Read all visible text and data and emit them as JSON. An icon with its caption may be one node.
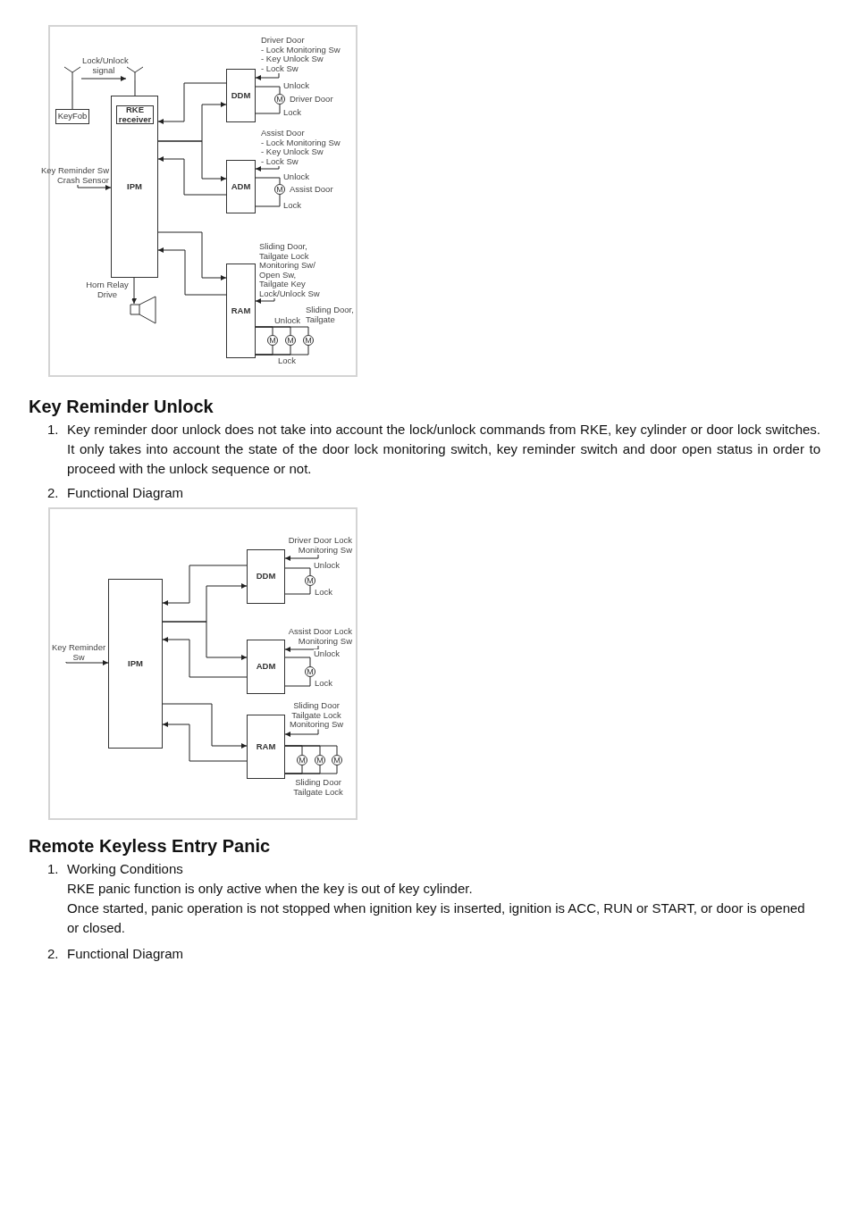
{
  "diagram": {
    "nodes": [
      {
        "text": [],
        "shape": "antenna"
      },
      {
        "text": [],
        "shape": "antenna"
      },
      {
        "text": [
          "KeyFob"
        ]
      },
      {
        "text": [
          "IPM"
        ]
      },
      {
        "text": [
          "RKE receiver"
        ],
        "in": 3
      },
      {
        "text": [
          "Driver Door",
          "- Lock Monitoring Sw",
          "- Key Unlock Sw",
          "- Lock Sw"
        ]
      },
      {
        "text": [
          "DDM"
        ]
      },
      {
        "text": [
          "M"
        ],
        "beside": [
          "Driver Door"
        ]
      },
      {
        "text": [
          "Assist Door",
          "- Lock Monitoring Sw",
          "- Key Unlock Sw",
          "- Lock Sw"
        ]
      },
      {
        "text": [
          "ADM"
        ]
      },
      {
        "text": [
          "M"
        ],
        "beside": [
          "Assist Door"
        ]
      },
      {
        "text": [
          "Key Reminder Sw Crash Sensor"
        ]
      },
      {
        "text": [
          "Sliding Door, Tailgate Lock Monitoring Sw/ Open Sw, Tailgate Key Lock/Unlock Sw"
        ]
      },
      {
        "text": [
          "RAM"
        ]
      },
      {
        "text": [
          "M"
        ]
      },
      {
        "text": [
          "M"
        ]
      },
      {
        "text": [
          "M"
        ]
      },
      {
        "text": [],
        "shape": "horn"
      },
      {
        "text": [
          "Driver Door Lock Monitoring Sw"
        ]
      },
      {
        "text": [
          "DDM"
        ]
      },
      {
        "text": [
          "M"
        ]
      },
      {
        "text": [
          "IPM"
        ]
      },
      {
        "text": [
          "Key Reminder Sw"
        ]
      },
      {
        "text": [
          "Assist Door Lock Monitoring Sw"
        ]
      },
      {
        "text": [
          "ADM"
        ]
      },
      {
        "text": [
          "M"
        ]
      },
      {
        "text": [
          "Sliding Door Tailgate Lock Monitoring Sw"
        ]
      },
      {
        "text": [
          "RAM"
        ]
      },
      {
        "text": [
          "M"
        ]
      },
      {
        "text": [
          "M"
        ]
      },
      {
        "text": [
          "M"
        ]
      }
    ],
    "edges": [
      {
        "from": 0,
        "to": 1,
        "arrow": "to",
        "label": "Lock/Unlock signal"
      },
      {
        "from": 2,
        "to": 0,
        "arrow": "none"
      },
      {
        "from": 4,
        "to": 1,
        "arrow": "none"
      },
      {
        "from": 5,
        "to": 6,
        "arrow": "to"
      },
      {
        "from": 6,
        "to": 3,
        "arrow": "to"
      },
      {
        "from": 3,
        "to": 6,
        "arrow": "to"
      },
      {
        "from": 3,
        "to": 9,
        "arrow": "to"
      },
      {
        "from": 6,
        "to": 7,
        "arrow": "none",
        "label": "Unlock"
      },
      {
        "from": 6,
        "to": 7,
        "arrow": "none",
        "label": "Lock"
      },
      {
        "from": 8,
        "to": 9,
        "arrow": "to"
      },
      {
        "from": 9,
        "to": 3,
        "arrow": "to"
      },
      {
        "from": 9,
        "to": 10,
        "arrow": "none",
        "label": "Unlock"
      },
      {
        "from": 9,
        "to": 10,
        "arrow": "none",
        "label": "Lock"
      },
      {
        "from": 11,
        "to": 3,
        "arrow": "to"
      },
      {
        "from": 3,
        "to": 13,
        "arrow": "to"
      },
      {
        "from": 13,
        "to": 3,
        "arrow": "to"
      },
      {
        "from": 12,
        "to": 13,
        "arrow": "to"
      },
      {
        "from": 13,
        "to": 14,
        "arrow": "none",
        "label": "Unlock"
      },
      {
        "from": 13,
        "to": 15,
        "arrow": "none"
      },
      {
        "from": 13,
        "to": 16,
        "arrow": "none"
      },
      {
        "from": 13,
        "to": 14,
        "arrow": "none",
        "label": "Lock"
      },
      {
        "from": 13,
        "to": 15,
        "arrow": "none"
      },
      {
        "from": 13,
        "to": 16,
        "arrow": "none"
      },
      {
        "from": 3,
        "to": 17,
        "arrow": "to",
        "label": "Horn Relay Drive"
      },
      {
        "from": 18,
        "to": 19,
        "arrow": "to"
      },
      {
        "from": 19,
        "to": 21,
        "arrow": "to"
      },
      {
        "from": 21,
        "to": 19,
        "arrow": "to"
      },
      {
        "from": 21,
        "to": 24,
        "arrow": "to"
      },
      {
        "from": 19,
        "to": 20,
        "arrow": "none",
        "label": "Unlock"
      },
      {
        "from": 19,
        "to": 20,
        "arrow": "none",
        "label": "Lock"
      },
      {
        "from": 22,
        "to": 21,
        "arrow": "to"
      },
      {
        "from": 23,
        "to": 24,
        "arrow": "to"
      },
      {
        "from": 24,
        "to": 21,
        "arrow": "to"
      },
      {
        "from": 24,
        "to": 25,
        "arrow": "none",
        "label": "Unlock"
      },
      {
        "from": 24,
        "to": 25,
        "arrow": "none",
        "label": "Lock"
      },
      {
        "from": 21,
        "to": 27,
        "arrow": "to"
      },
      {
        "from": 27,
        "to": 21,
        "arrow": "to"
      },
      {
        "from": 26,
        "to": 27,
        "arrow": "to"
      },
      {
        "from": 27,
        "to": 28,
        "arrow": "none"
      },
      {
        "from": 27,
        "to": 29,
        "arrow": "none"
      },
      {
        "from": 27,
        "to": 30,
        "arrow": "none"
      },
      {
        "from": 27,
        "to": 28,
        "arrow": "none"
      },
      {
        "from": 27,
        "to": 29,
        "arrow": "none"
      },
      {
        "from": 27,
        "to": 30,
        "arrow": "none"
      }
    ],
    "labels": [
      "Sliding Door, Tailgate",
      "Key Reminder Unlock",
      "1.",
      "Key reminder door unlock does not take into account the lock/unlock commands from RKE, key cylinder or door lock switches. It only takes into account the state of the door lock monitoring switch, key reminder switch and door open status in order to proceed with the unlock sequence or not.",
      "2.",
      "Functional Diagram",
      "Sliding Door Tailgate Lock",
      "Remote Keyless Entry Panic",
      "1.",
      "Working Conditions",
      "RKE panic function is only active when the key is out of key cylinder.",
      "Once started, panic operation is not stopped when ignition key is inserted, ignition is ACC, RUN or START, or door is opened or closed.",
      "2.",
      "Functional Diagram"
    ]
  }
}
